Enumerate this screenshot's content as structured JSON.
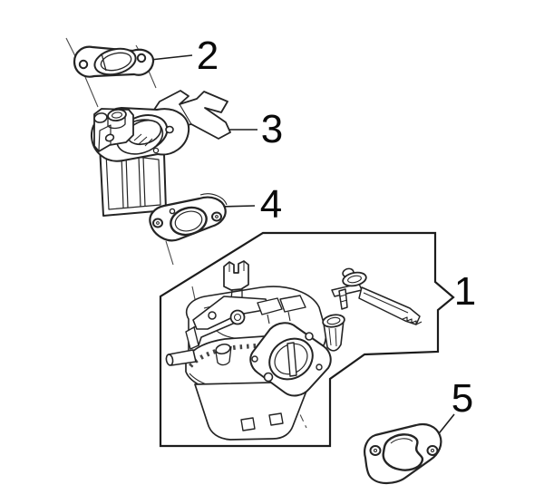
{
  "diagram": {
    "background_color": "#ffffff",
    "line_color": "#1c1c1c",
    "callouts": [
      {
        "label": "1"
      },
      {
        "label": "2"
      },
      {
        "label": "3"
      },
      {
        "label": "4"
      },
      {
        "label": "5"
      }
    ]
  }
}
